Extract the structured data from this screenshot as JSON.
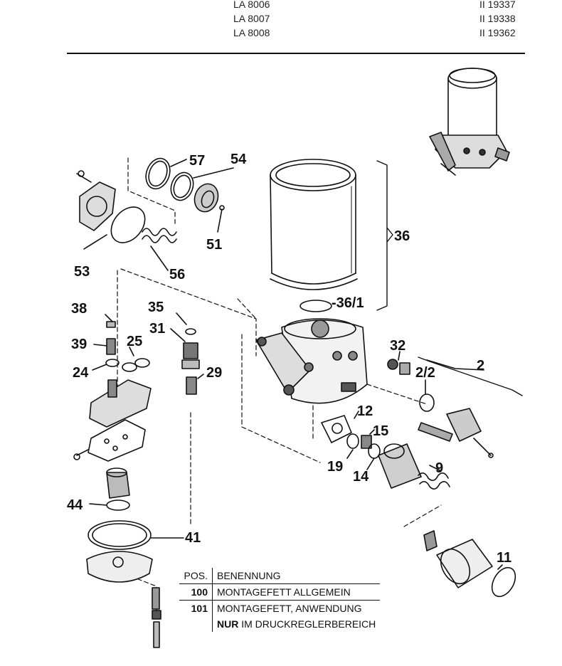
{
  "header": {
    "models": [
      "LA 8006",
      "LA 8007",
      "LA 8008"
    ],
    "codes": [
      "II 19337",
      "II 19338",
      "II 19362"
    ]
  },
  "parts": {
    "p57": "57",
    "p54": "54",
    "p51": "51",
    "p53": "53",
    "p56": "56",
    "p36": "36",
    "p36_1": "-36/1",
    "p38": "38",
    "p35": "35",
    "p31": "31",
    "p39": "39",
    "p25": "25",
    "p24": "24",
    "p29": "29",
    "p32": "32",
    "p2": "2",
    "p2_2": "2/2",
    "p12": "12",
    "p15": "15",
    "p19": "19",
    "p14": "14",
    "p9": "9",
    "p44": "44",
    "p41": "41",
    "p11": "11"
  },
  "legend": {
    "head_pos": "POS.",
    "head_name": "BENENNUNG",
    "rows": [
      {
        "pos": "100",
        "name": "MONTAGEFETT ALLGEMEIN"
      },
      {
        "pos": "101",
        "name": "MONTAGEFETT, ANWENDUNG"
      }
    ],
    "cont_bold": "NUR",
    "cont_rest": " IM DRUCKREGLERBEREICH"
  }
}
